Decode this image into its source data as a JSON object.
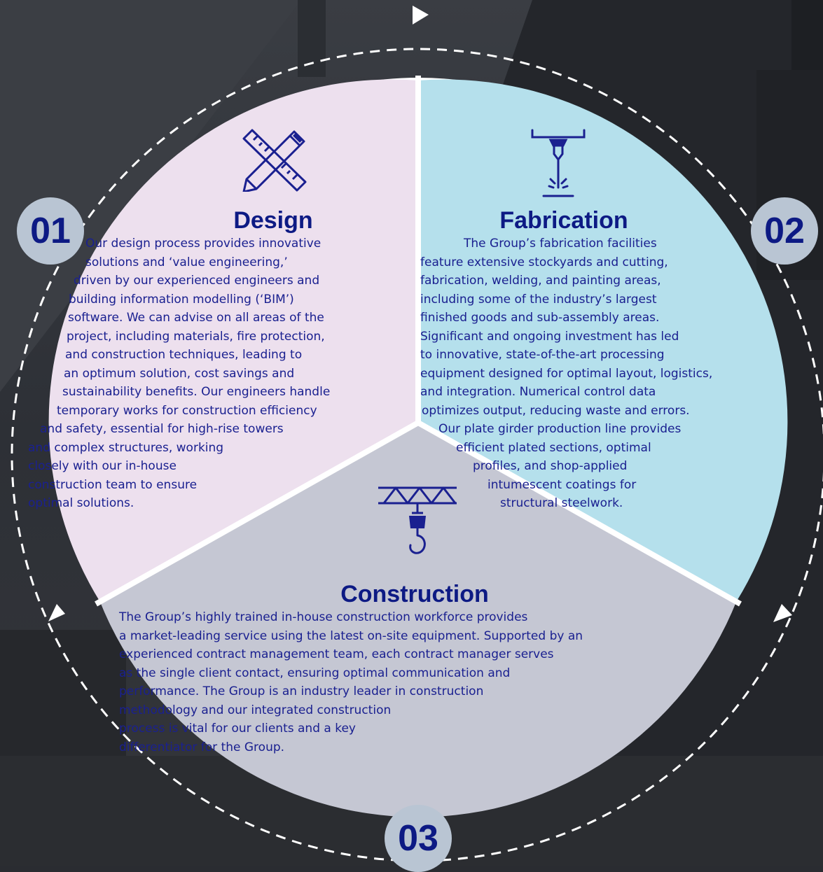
{
  "colors": {
    "design_fill": "#ede0ee",
    "fabrication_fill": "#b5e0ec",
    "construction_fill": "#c5c7d3",
    "text": "#1a2090",
    "title": "#0d1a84",
    "badge": "#b9c5d3",
    "background": "#2a2c31"
  },
  "stages": [
    {
      "number": "01",
      "title": "Design",
      "icon": "ruler-pencil-icon",
      "lines": [
        "Our design process provides innovative",
        "solutions and ‘value engineering,’",
        "driven by our experienced engineers and",
        "building information modelling (‘BIM’)",
        "software. We can advise on all areas of the",
        "project, including materials, fire protection,",
        "and construction techniques, leading to",
        "an optimum solution, cost savings and",
        "sustainability benefits. Our engineers handle",
        "temporary works for construction efficiency",
        "and safety, essential for high-rise towers",
        "and complex structures, working",
        "closely with our in-house",
        "construction team to ensure",
        "optimal solutions."
      ]
    },
    {
      "number": "02",
      "title": "Fabrication",
      "icon": "laser-cutter-icon",
      "lines": [
        "The Group’s fabrication facilities",
        "feature extensive stockyards and cutting,",
        "fabrication, welding, and painting areas,",
        "including some of the industry’s largest",
        "finished goods and sub-assembly areas.",
        "Significant and ongoing investment has led",
        "to innovative, state-of-the-art processing",
        "equipment designed for optimal layout, logistics,",
        "and integration. Numerical control data",
        "optimizes output, reducing waste and errors.",
        "Our plate girder production line provides",
        "efficient plated sections, optimal",
        "profiles, and shop-applied",
        "intumescent coatings for",
        "structural steelwork."
      ]
    },
    {
      "number": "03",
      "title": "Construction",
      "icon": "crane-hook-icon",
      "lines": [
        "The Group’s highly trained in-house construction workforce provides",
        "a market-leading service using the latest on-site equipment. Supported by an",
        "experienced contract management team, each contract manager serves",
        "as the single client contact, ensuring optimal communication and",
        "performance. The Group is an industry leader in construction",
        "methodology and our integrated construction",
        "process is vital for our clients and a key",
        "differentiator for the Group."
      ]
    }
  ]
}
